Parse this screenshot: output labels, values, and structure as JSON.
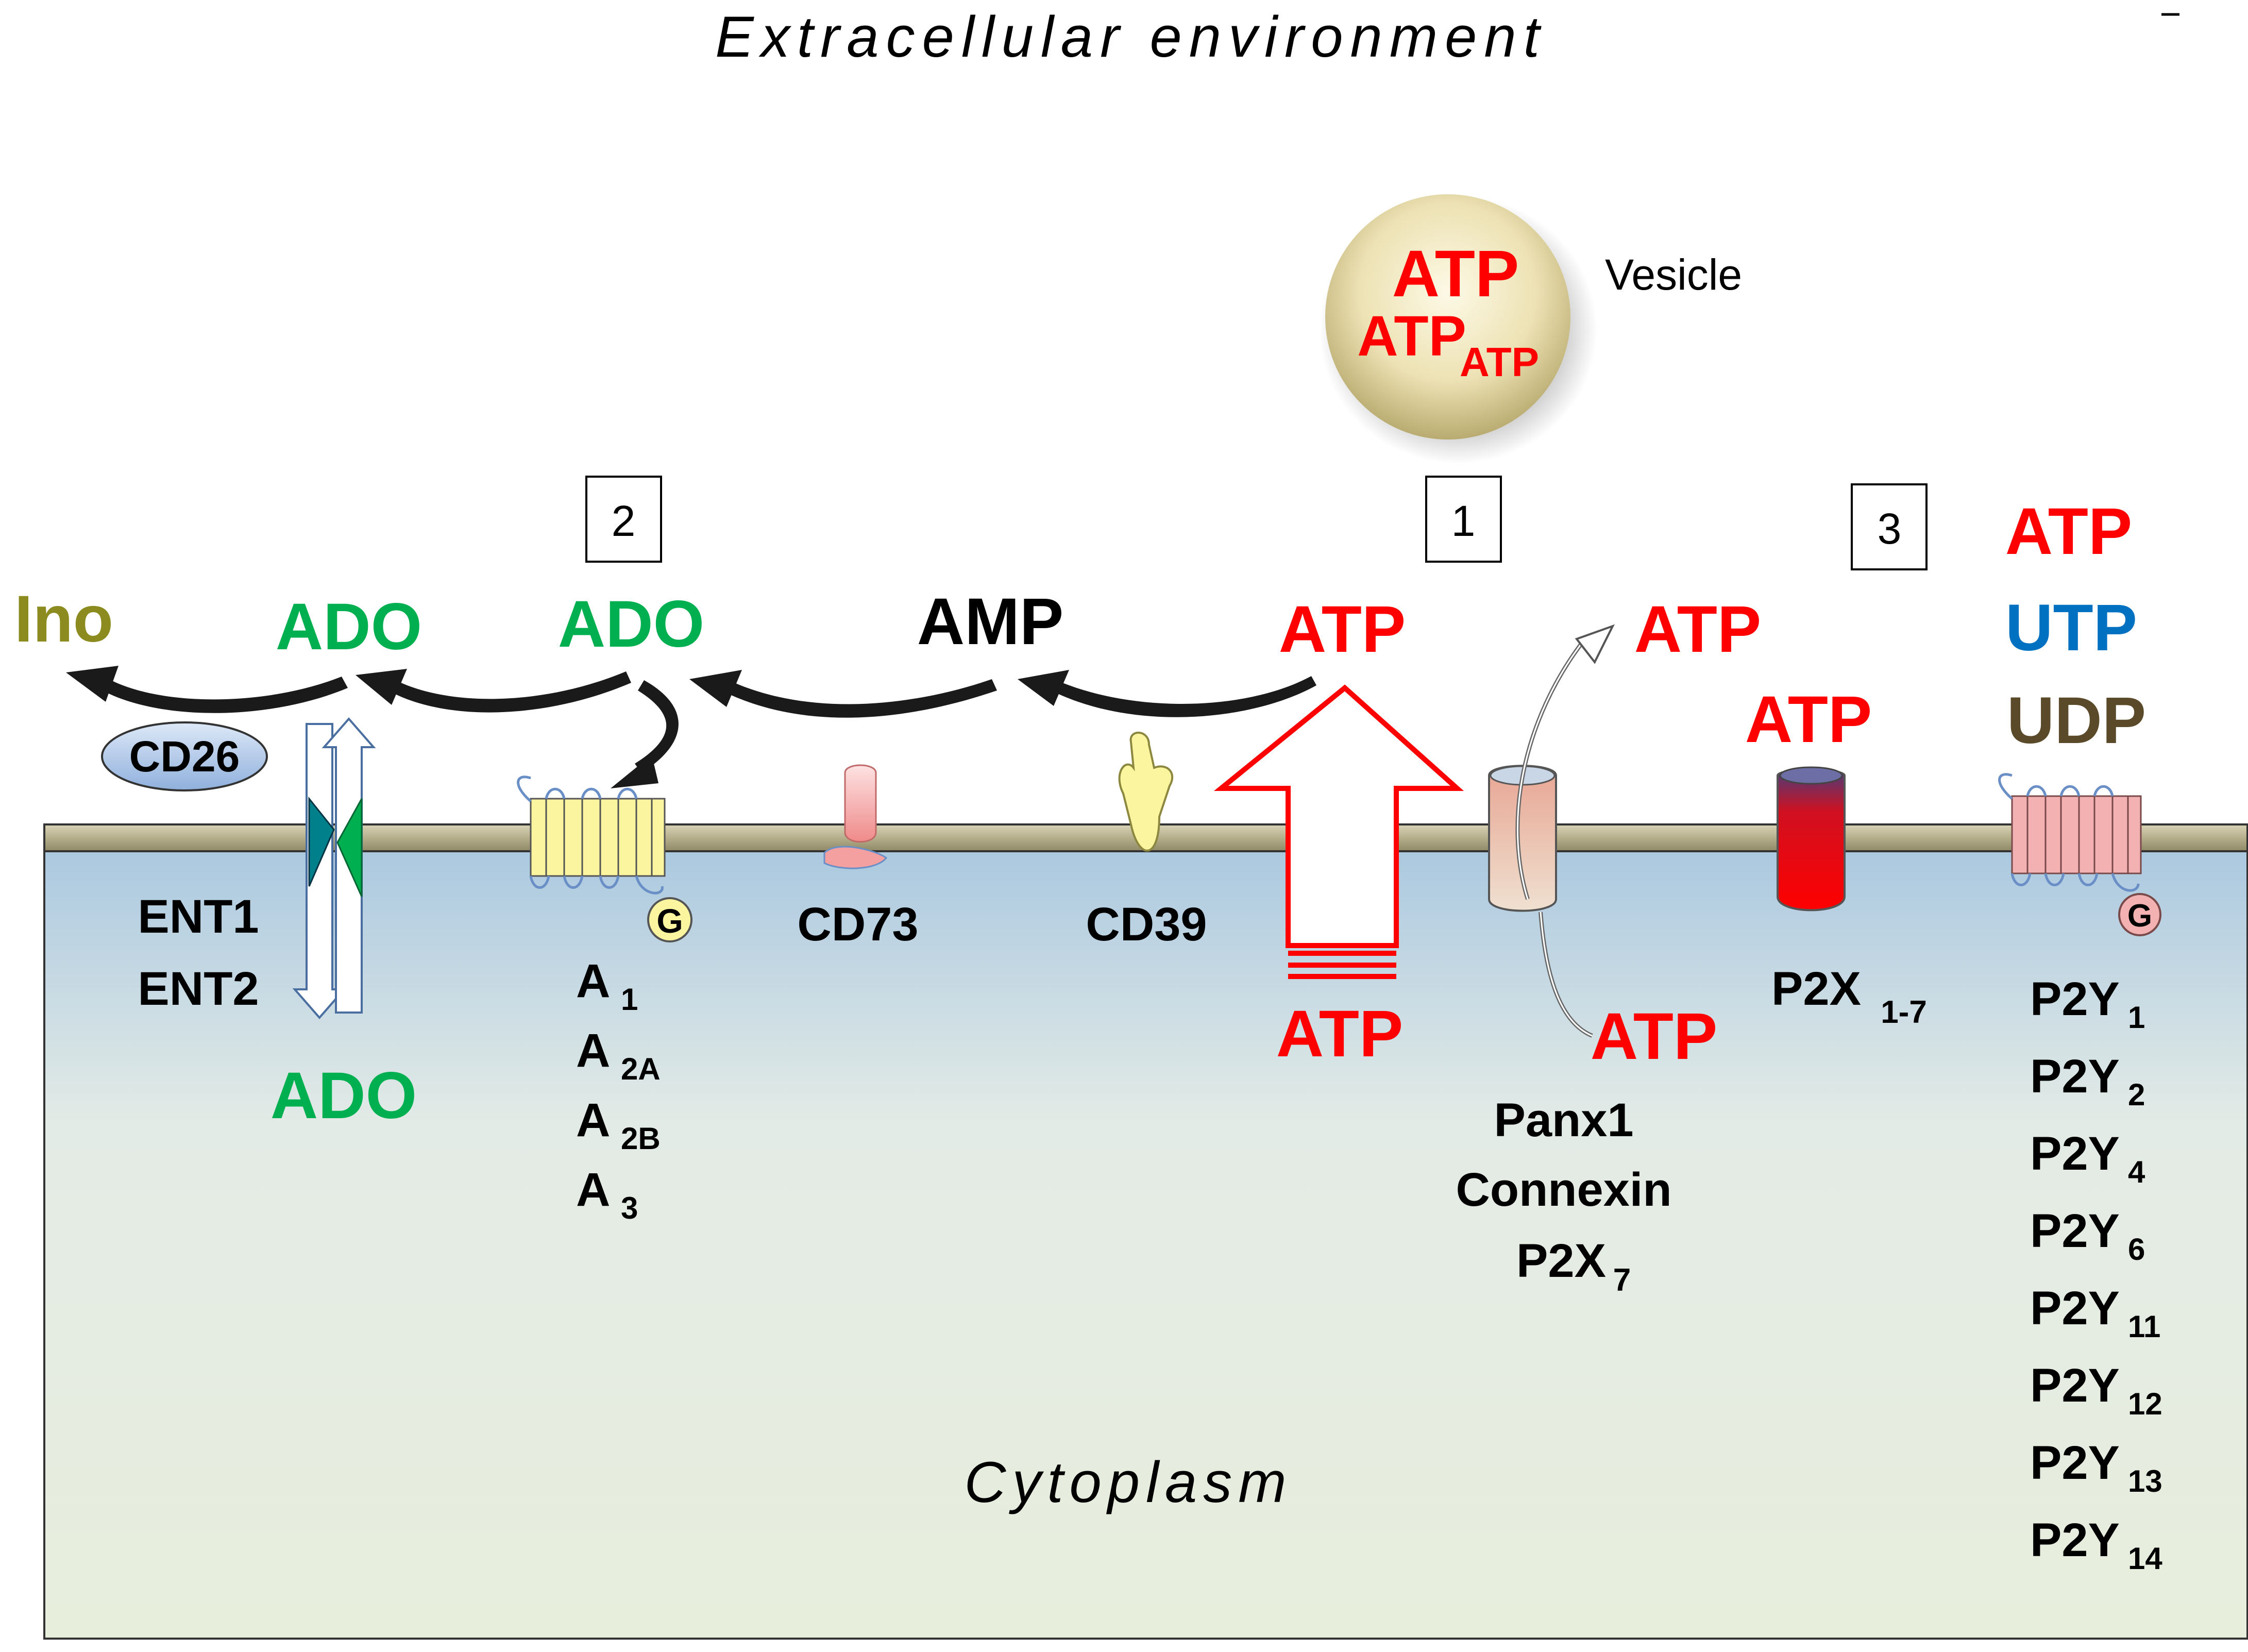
{
  "header": {
    "extracellular": "Extracellular  environment",
    "cytoplasm": "Cytoplasm"
  },
  "vesicle": {
    "label": "Vesicle",
    "atp_top": "ATP",
    "atp_mid": "ATP",
    "atp_sub": "ATP"
  },
  "boxes": {
    "box1": "1",
    "box2": "2",
    "box3": "3"
  },
  "molecules": {
    "ino": "Ino",
    "ado_left": "ADO",
    "ado_mid": "ADO",
    "amp": "AMP",
    "atp_release": "ATP",
    "atp_panx_out": "ATP",
    "atp_p2x": "ATP",
    "atp_right": "ATP",
    "utp": "UTP",
    "udp": "UDP",
    "atp_inside": "ATP",
    "atp_panx_in": "ATP",
    "ado_inside": "ADO"
  },
  "enzymes": {
    "cd26": "CD26",
    "cd73": "CD73",
    "cd39": "CD39"
  },
  "g_protein": {
    "g_left": "G",
    "g_right": "G"
  },
  "transporters": {
    "ent1": "ENT1",
    "ent2": "ENT2"
  },
  "adenosine_receptors": [
    {
      "base": "A",
      "sub": "1"
    },
    {
      "base": "A",
      "sub": "2A"
    },
    {
      "base": "A",
      "sub": "2B"
    },
    {
      "base": "A",
      "sub": "3"
    }
  ],
  "channels": {
    "panx1": "Panx1",
    "connexin": "Connexin",
    "p2x7_base": "P2X",
    "p2x7_sub": "7"
  },
  "p2x": {
    "base": "P2X",
    "sub": "1-7"
  },
  "p2y_receptors": [
    {
      "base": "P2Y",
      "sub": "1"
    },
    {
      "base": "P2Y",
      "sub": "2"
    },
    {
      "base": "P2Y",
      "sub": "4"
    },
    {
      "base": "P2Y",
      "sub": "6"
    },
    {
      "base": "P2Y",
      "sub": "11"
    },
    {
      "base": "P2Y",
      "sub": "12"
    },
    {
      "base": "P2Y",
      "sub": "13"
    },
    {
      "base": "P2Y",
      "sub": "14"
    }
  ],
  "colors": {
    "atp_red": "#ff0000",
    "ado_green": "#00b050",
    "ino_olive": "#8b8b20",
    "utp_blue": "#0070c0",
    "udp_brown": "#5a4a2a",
    "black": "#000000"
  }
}
